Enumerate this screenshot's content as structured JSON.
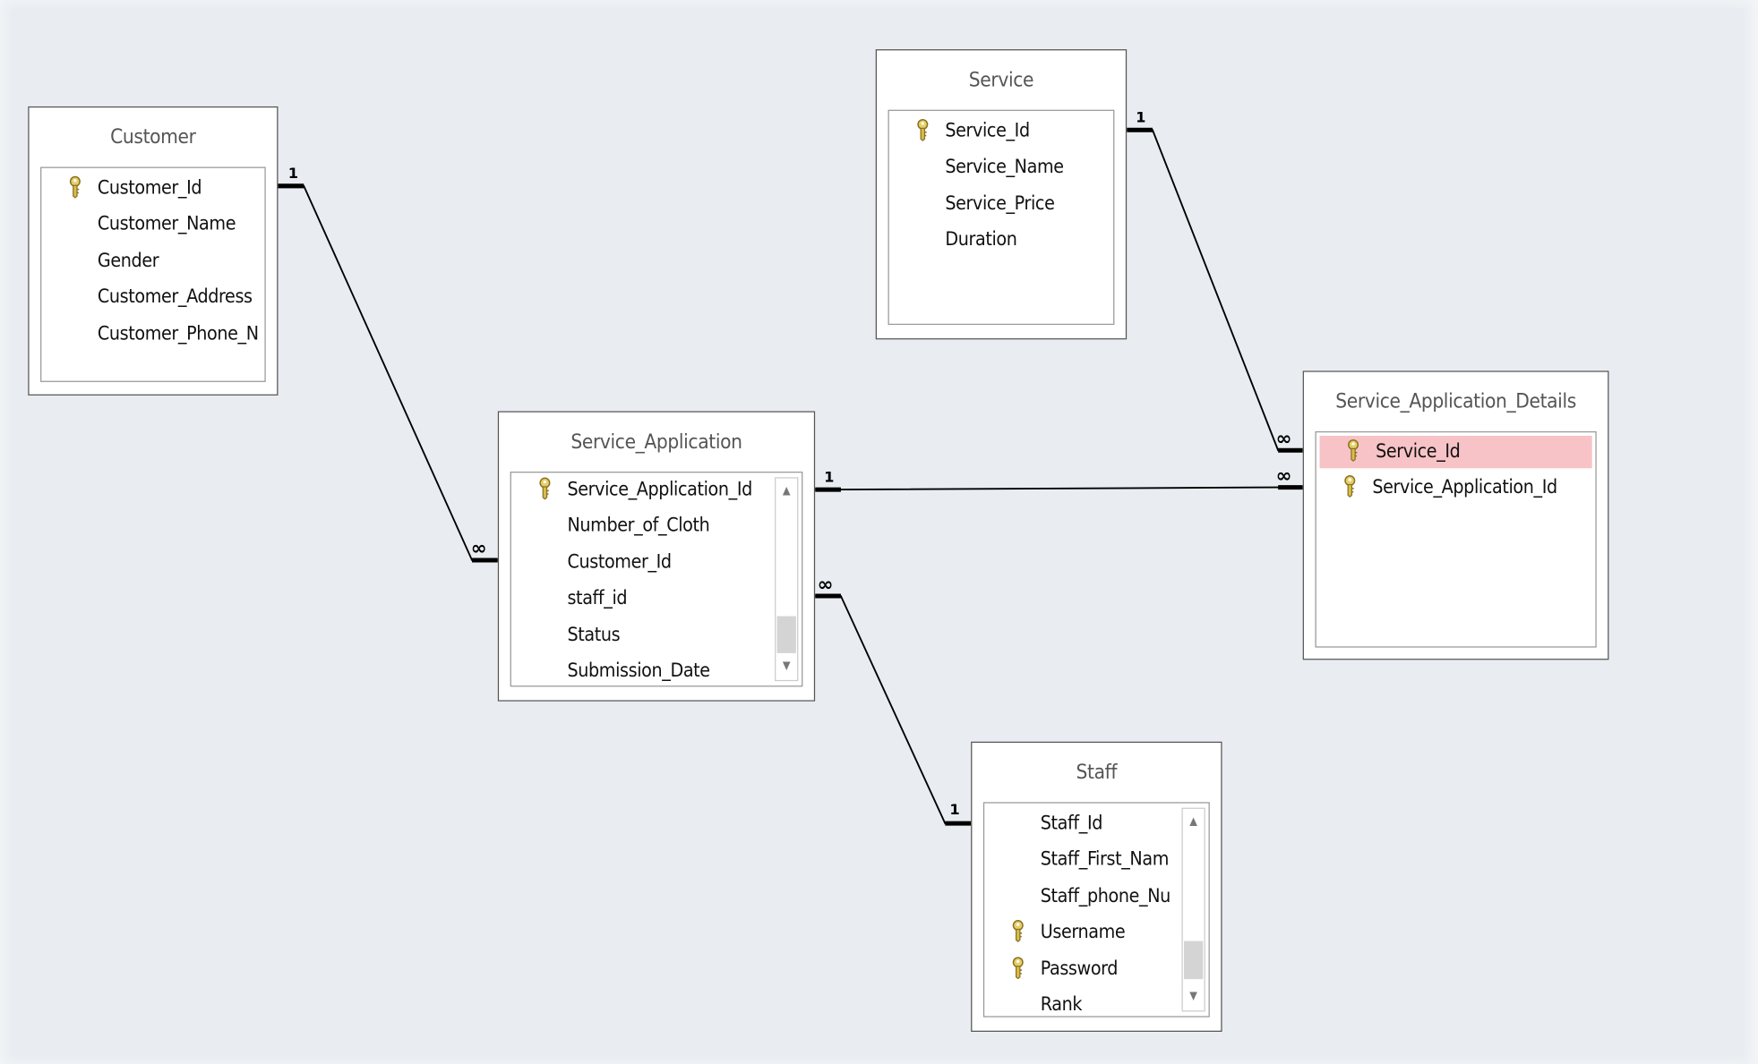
{
  "tables": {
    "customer": {
      "title": "Customer",
      "fields": [
        {
          "name": "Customer_Id",
          "key": true
        },
        {
          "name": "Customer_Name",
          "key": false
        },
        {
          "name": "Gender",
          "key": false
        },
        {
          "name": "Customer_Address",
          "key": false
        },
        {
          "name": "Customer_Phone_N",
          "key": false
        }
      ]
    },
    "service": {
      "title": "Service",
      "fields": [
        {
          "name": "Service_Id",
          "key": true
        },
        {
          "name": "Service_Name",
          "key": false
        },
        {
          "name": "Service_Price",
          "key": false
        },
        {
          "name": "Duration",
          "key": false
        }
      ]
    },
    "service_application": {
      "title": "Service_Application",
      "fields": [
        {
          "name": "Service_Application_Id",
          "key": true
        },
        {
          "name": "Number_of_Cloth",
          "key": false
        },
        {
          "name": "Customer_Id",
          "key": false
        },
        {
          "name": "staff_id",
          "key": false
        },
        {
          "name": "Status",
          "key": false
        },
        {
          "name": "Submission_Date",
          "key": false
        }
      ]
    },
    "service_application_details": {
      "title": "Service_Application_Details",
      "fields": [
        {
          "name": "Service_Id",
          "key": true,
          "selected": true
        },
        {
          "name": "Service_Application_Id",
          "key": true
        }
      ]
    },
    "staff": {
      "title": "Staff",
      "fields": [
        {
          "name": "Staff_Id",
          "key": false
        },
        {
          "name": "Staff_First_Nam",
          "key": false
        },
        {
          "name": "Staff_phone_Nu",
          "key": false
        },
        {
          "name": "Username",
          "key": true
        },
        {
          "name": "Password",
          "key": true
        },
        {
          "name": "Rank",
          "key": false
        }
      ]
    }
  },
  "relationships": [
    {
      "from": "Customer",
      "to": "Service_Application",
      "from_card": "1",
      "to_card": "∞"
    },
    {
      "from": "Service",
      "to": "Service_Application_Details",
      "from_card": "1",
      "to_card": "∞"
    },
    {
      "from": "Service_Application",
      "to": "Service_Application_Details",
      "from_card": "1",
      "to_card": "∞"
    },
    {
      "from": "Staff",
      "to": "Service_Application",
      "from_card": "1",
      "to_card": "∞"
    }
  ],
  "colors": {
    "background": "#e9edf1",
    "selected_row": "#f7c3c6",
    "key_icon": "#c9a93a"
  }
}
